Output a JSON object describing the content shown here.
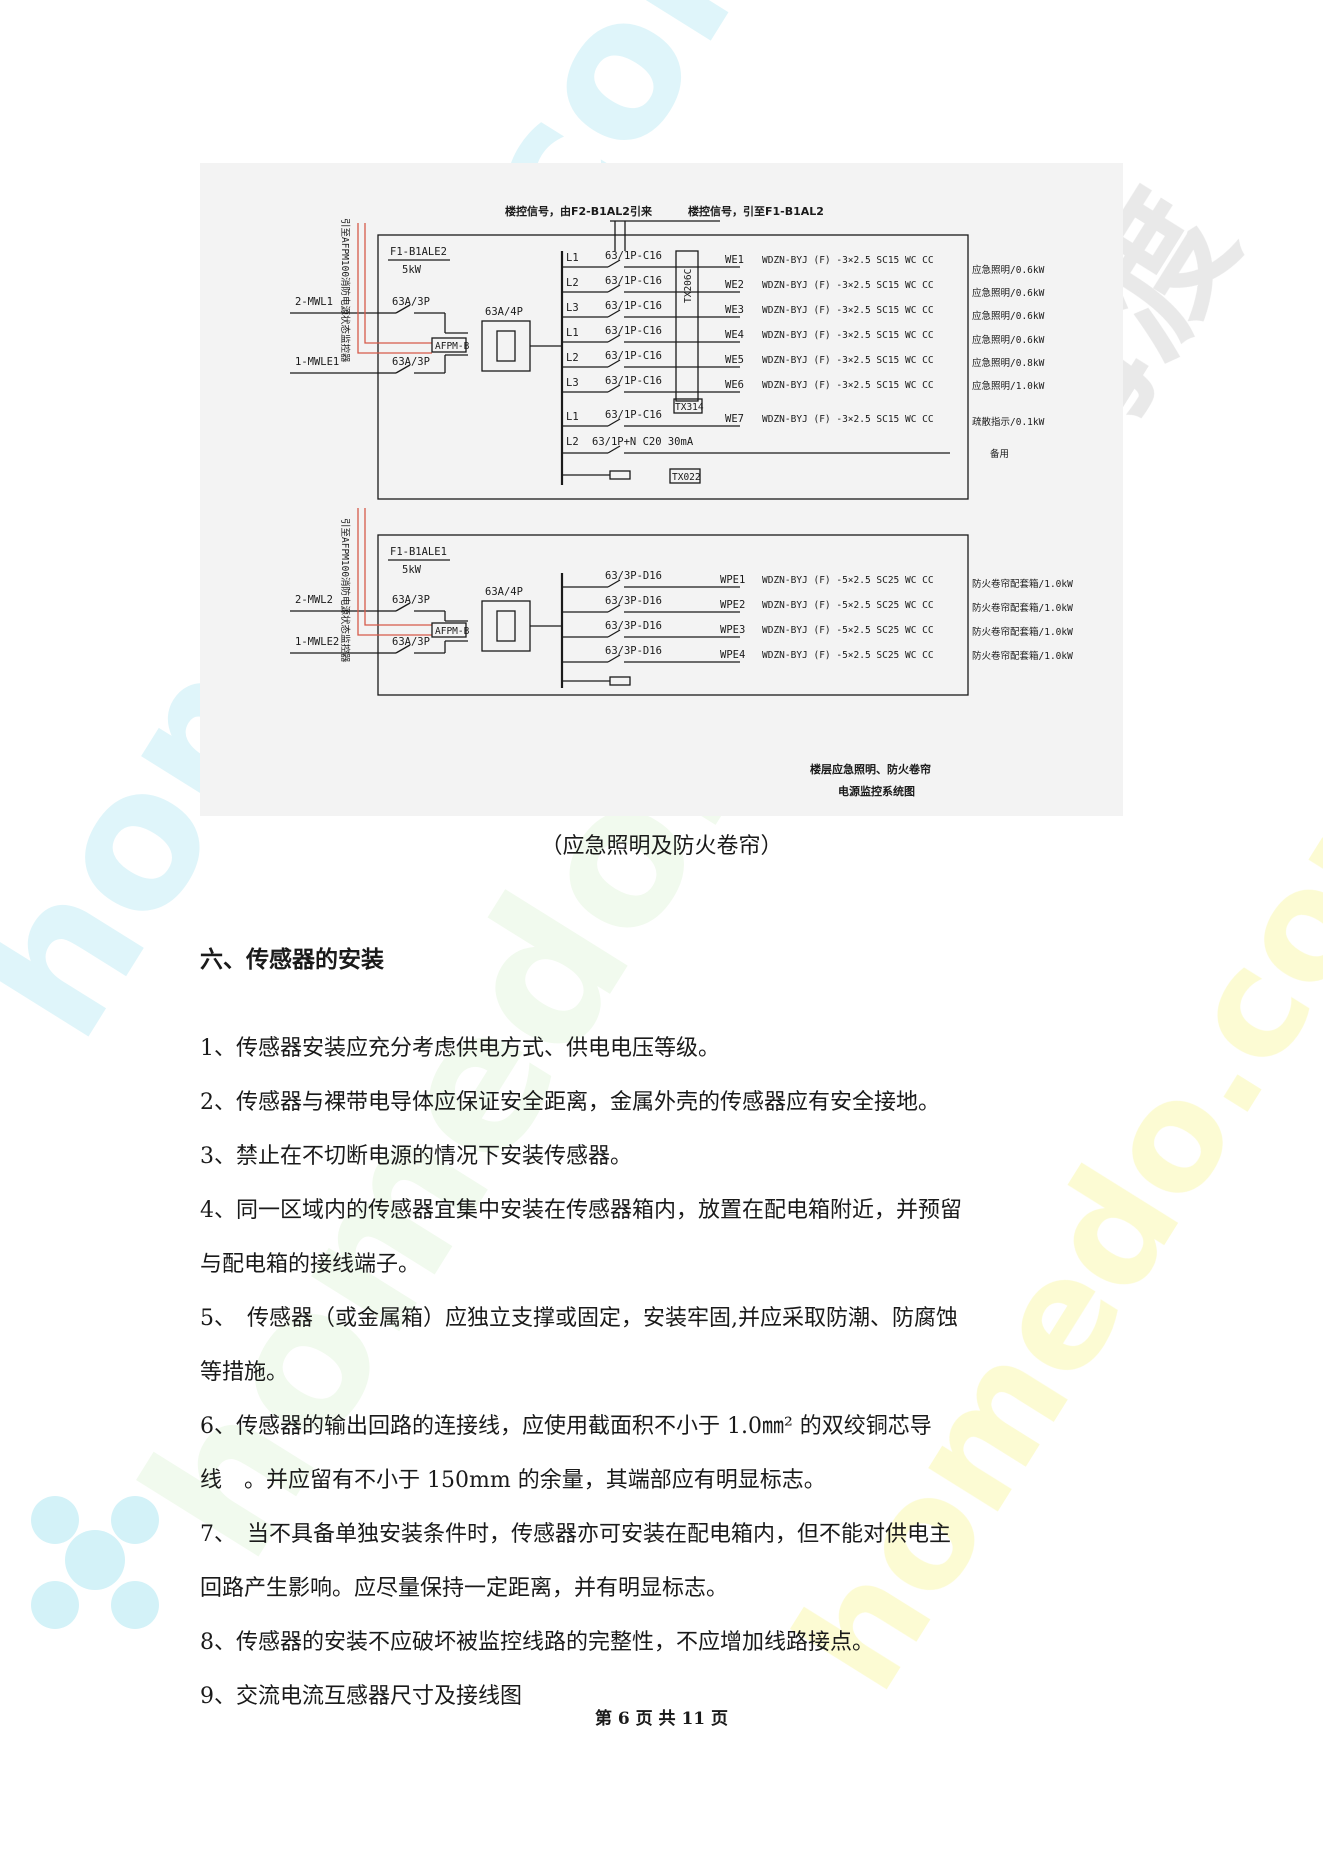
{
  "diagram": {
    "top_signal_left": "楼控信号，由F2-B1AL2引来",
    "top_signal_right": "楼控信号，引至F1-B1AL2",
    "upper": {
      "side_label": "引至AFPM100消防电源状态监控器",
      "panel_name": "F1-B1ALE2",
      "panel_power": "5kW",
      "incoming": [
        {
          "name": "2-MWL1",
          "breaker": "63A/3P"
        },
        {
          "name": "1-MWLE1",
          "breaker": "63A/3P"
        }
      ],
      "monitor_module": "AFPM-B",
      "ats": "63A/4P",
      "controller": "TX206C",
      "module_bottom": "TX314",
      "module_small": "TX022",
      "rcd_breaker": "63/1P+N C20 30mA",
      "circuits": [
        {
          "phase": "L1",
          "breaker": "63/1P-C16",
          "id": "WE1",
          "cable": "WDZN-BYJ (F) -3×2.5 SC15 WC CC",
          "load": "应急照明/0.6kW"
        },
        {
          "phase": "L2",
          "breaker": "63/1P-C16",
          "id": "WE2",
          "cable": "WDZN-BYJ (F) -3×2.5 SC15 WC CC",
          "load": "应急照明/0.6kW"
        },
        {
          "phase": "L3",
          "breaker": "63/1P-C16",
          "id": "WE3",
          "cable": "WDZN-BYJ (F) -3×2.5 SC15 WC CC",
          "load": "应急照明/0.6kW"
        },
        {
          "phase": "L1",
          "breaker": "63/1P-C16",
          "id": "WE4",
          "cable": "WDZN-BYJ (F) -3×2.5 SC15 WC CC",
          "load": "应急照明/0.6kW"
        },
        {
          "phase": "L2",
          "breaker": "63/1P-C16",
          "id": "WE5",
          "cable": "WDZN-BYJ (F) -3×2.5 SC15 WC CC",
          "load": "应急照明/0.8kW"
        },
        {
          "phase": "L3",
          "breaker": "63/1P-C16",
          "id": "WE6",
          "cable": "WDZN-BYJ (F) -3×2.5 SC15 WC CC",
          "load": "应急照明/1.0kW"
        },
        {
          "phase": "L1",
          "breaker": "63/1P-C16",
          "id": "WE7",
          "cable": "WDZN-BYJ (F) -3×2.5 SC15 WC CC",
          "load": "疏散指示/0.1kW"
        }
      ],
      "spare_phase": "L2",
      "spare_label": "备用"
    },
    "lower": {
      "side_label": "引至AFPM100消防电源状态监控器",
      "panel_name": "F1-B1ALE1",
      "panel_power": "5kW",
      "incoming": [
        {
          "name": "2-MWL2",
          "breaker": "63A/3P"
        },
        {
          "name": "1-MWLE2",
          "breaker": "63A/3P"
        }
      ],
      "monitor_module": "AFPM-B",
      "ats": "63A/4P",
      "circuits": [
        {
          "breaker": "63/3P-D16",
          "id": "WPE1",
          "cable": "WDZN-BYJ (F) -5×2.5 SC25 WC CC",
          "load": "防火卷帘配套箱/1.0kW"
        },
        {
          "breaker": "63/3P-D16",
          "id": "WPE2",
          "cable": "WDZN-BYJ (F) -5×2.5 SC25 WC CC",
          "load": "防火卷帘配套箱/1.0kW"
        },
        {
          "breaker": "63/3P-D16",
          "id": "WPE3",
          "cable": "WDZN-BYJ (F) -5×2.5 SC25 WC CC",
          "load": "防火卷帘配套箱/1.0kW"
        },
        {
          "breaker": "63/3P-D16",
          "id": "WPE4",
          "cable": "WDZN-BYJ (F) -5×2.5 SC25 WC CC",
          "load": "防火卷帘配套箱/1.0kW"
        }
      ]
    },
    "title_line1": "楼层应急照明、防火卷帘",
    "title_line2": "电源监控系统图"
  },
  "caption": "（应急照明及防火卷帘）",
  "heading": "六、传感器的安装",
  "paragraphs": [
    {
      "lines": [
        "1、传感器安装应充分考虑供电方式、供电电压等级。"
      ]
    },
    {
      "lines": [
        "2、传感器与裸带电导体应保证安全距离，金属外壳的传感器应有安全接地。"
      ]
    },
    {
      "lines": [
        "3、禁止在不切断电源的情况下安装传感器。"
      ]
    },
    {
      "lines": [
        "4、同一区域内的传感器宜集中安装在传感器箱内，放置在配电箱附近，并预留",
        "与配电箱的接线端子。"
      ]
    },
    {
      "lines": [
        "5、　传感器（或金属箱）应独立支撑或固定，安装牢固,并应采取防潮、防腐蚀",
        "等措施。"
      ]
    },
    {
      "lines": [
        "6、传感器的输出回路的连接线，应使用截面积不小于 1.0㎜² 的双绞铜芯导",
        "线　。并应留有不小于 150mm 的余量，其端部应有明显标志。"
      ]
    },
    {
      "lines": [
        "7、　当不具备单独安装条件时，传感器亦可安装在配电箱内，但不能对供电主",
        "回路产生影响。应尽量保持一定距离，并有明显标志。"
      ]
    },
    {
      "lines": [
        "8、传感器的安装不应破坏被监控线路的完整性，不应增加线路接点。"
      ]
    },
    {
      "lines": [
        "9、交流电流互感器尺寸及接线图"
      ]
    }
  ],
  "footer": "第 6 页 共 11 页",
  "watermark": {
    "brand": "homedo.com",
    "cjk": "河姆渡"
  },
  "colors": {
    "watermark_cyan": "#6fd3e6",
    "watermark_yellow": "#f2ee3a",
    "diagram_bg": "#f3f3f3",
    "monitor_line": "#d65a4a"
  }
}
